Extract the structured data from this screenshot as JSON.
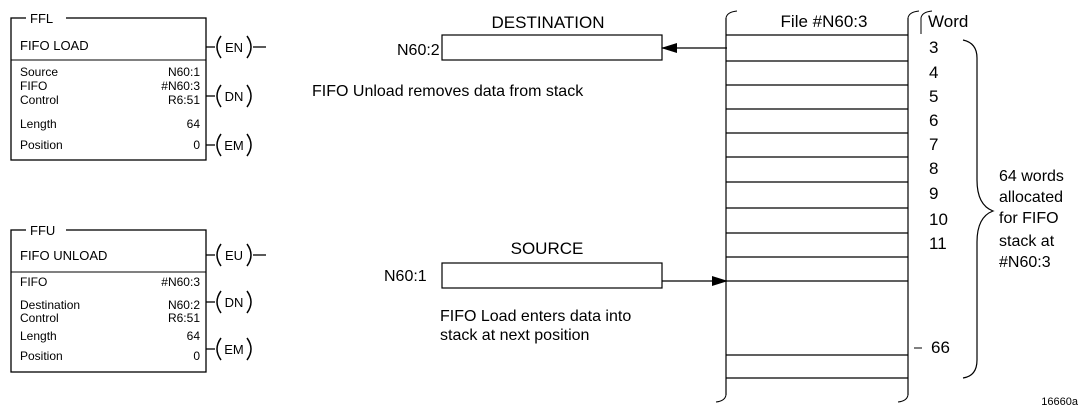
{
  "ffl": {
    "tag": "FFL",
    "title": "FIFO LOAD",
    "rows": [
      {
        "label": "Source",
        "value": "N60:1"
      },
      {
        "label": "FIFO",
        "value": "#N60:3"
      },
      {
        "label": "Control",
        "value": "R6:51"
      },
      {
        "label": "Length",
        "value": "64"
      },
      {
        "label": "Position",
        "value": "0"
      }
    ],
    "coils": [
      "EN",
      "DN",
      "EM"
    ]
  },
  "ffu": {
    "tag": "FFU",
    "title": "FIFO UNLOAD",
    "rows": [
      {
        "label": "FIFO",
        "value": "#N60:3"
      },
      {
        "label": "Destination",
        "value": "N60:2"
      },
      {
        "label": "Control",
        "value": "R6:51"
      },
      {
        "label": "Length",
        "value": "64"
      },
      {
        "label": "Position",
        "value": "0"
      }
    ],
    "coils": [
      "EU",
      "DN",
      "EM"
    ]
  },
  "destination": {
    "heading": "DESTINATION",
    "address": "N60:2",
    "caption": "FIFO Unload removes data from stack"
  },
  "source": {
    "heading": "SOURCE",
    "address": "N60:1",
    "caption_line1": "FIFO Load enters data into",
    "caption_line2": "stack at next position"
  },
  "file": {
    "title": "File #N60:3",
    "word_heading": "Word",
    "words": [
      "3",
      "4",
      "5",
      "6",
      "7",
      "8",
      "9",
      "10",
      "11"
    ],
    "last_word": "66"
  },
  "allocation": {
    "lines": [
      "64 words",
      "allocated",
      "for FIFO",
      "stack at",
      "#N60:3"
    ]
  },
  "figure_id": "16660a"
}
